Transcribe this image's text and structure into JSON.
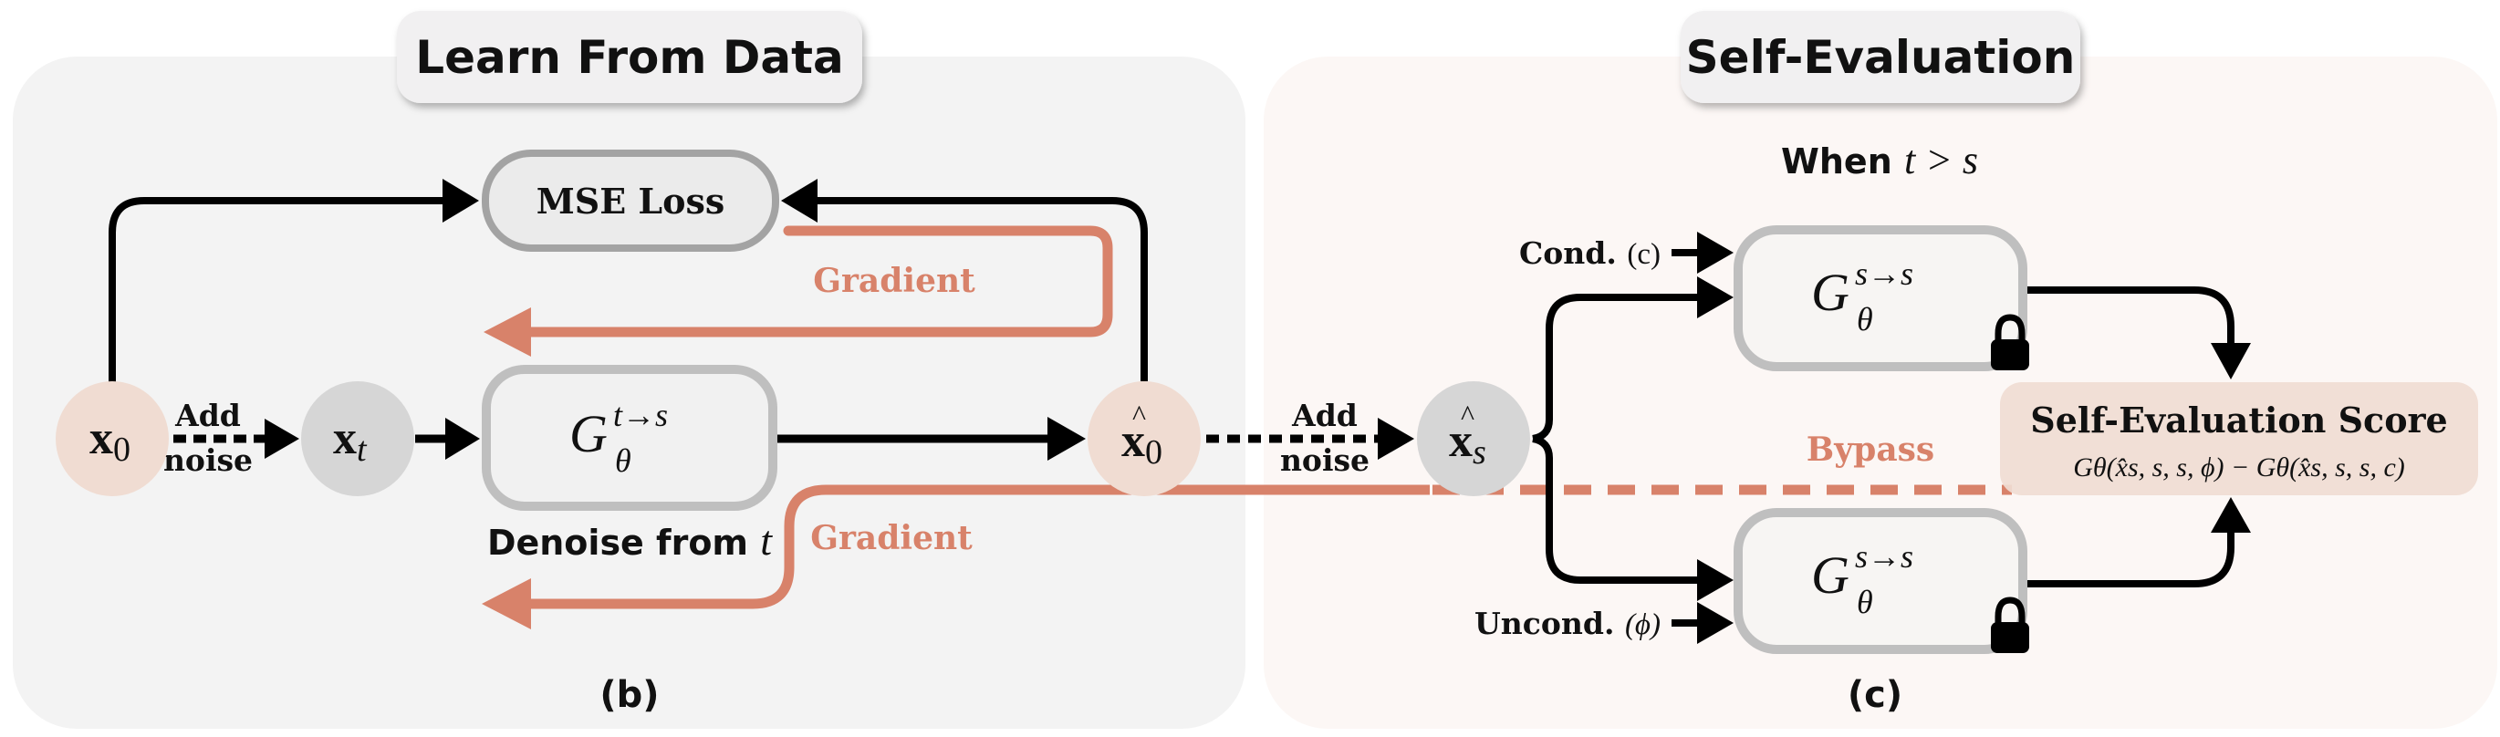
{
  "colors": {
    "left_panel_bg": "#f3f3f3",
    "right_panel_bg": "#fcf7f5",
    "title_box_bg": "#f1f0f1",
    "accent_orange": "#d8826a",
    "data_node_fill": "#f0dcd2",
    "noisy_node_fill": "#d6d6d6",
    "model_box_border": "#bfbfbf",
    "loss_box_border": "#a3a3a3",
    "score_box_fill": "#f0dcd2",
    "line": "#000000"
  },
  "left_panel": {
    "title": "Learn From Data",
    "caption": "(b)",
    "nodes": {
      "x0": {
        "base": "x",
        "sub": "0",
        "hat": false
      },
      "xt": {
        "base": "x",
        "sub": "t",
        "hat": false
      },
      "x0_hat": {
        "base": "x",
        "sub": "0",
        "hat": true
      }
    },
    "add_noise_label": {
      "line1": "Add",
      "line2": "noise"
    },
    "loss_box": {
      "label": "MSE Loss"
    },
    "model_box": {
      "base": "G",
      "sup": "t→s",
      "sub": "θ"
    },
    "denoise_label": {
      "text": "Denoise from",
      "var": "t"
    },
    "gradient_label_top": "Gradient",
    "gradient_label_bottom": "Gradient"
  },
  "right_panel": {
    "title": "Self-Evaluation",
    "condition_label": {
      "text": "When",
      "expr": "t > s"
    },
    "caption": "(c)",
    "node_xs_hat": {
      "base": "x",
      "sub": "s",
      "hat": true
    },
    "add_noise_label": {
      "line1": "Add",
      "line2": "noise"
    },
    "cond_input": {
      "text": "Cond.",
      "var": "(c)"
    },
    "uncond_input": {
      "text": "Uncond.",
      "var": "(ϕ)"
    },
    "model_box_top": {
      "base": "G",
      "sup": "s→s",
      "sub": "θ",
      "locked": true
    },
    "model_box_bottom": {
      "base": "G",
      "sup": "s→s",
      "sub": "θ",
      "locked": true
    },
    "bypass_label": "Bypass",
    "score_box": {
      "title": "Self-Evaluation Score",
      "formula": "Gθ(x̂s, s, s, ϕ) − Gθ(x̂s, s, s, c)"
    }
  },
  "icons": [
    "lock-icon",
    "arrow-right-icon",
    "arrow-left-icon",
    "arrow-down-icon",
    "arrow-up-icon",
    "brace-icon"
  ]
}
